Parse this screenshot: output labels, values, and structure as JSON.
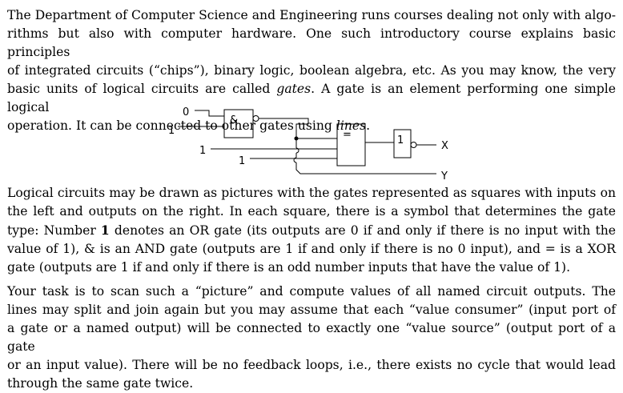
{
  "paragraph1": {
    "l1": "The Department of Computer Science and Engineering runs courses dealing not only with algo-",
    "l2": "rithms but also with computer hardware. One such introductory course explains basic principles",
    "l3": "of integrated circuits (“chips”), binary logic, boolean algebra, etc. As you may know, the very",
    "l4a": "basic units of logical circuits are called ",
    "l4b": "gates",
    "l4c": ". A gate is an element performing one simple logical",
    "l5a": "operation. It can be connected to other gates using ",
    "l5b": "lines",
    "l5c": "."
  },
  "circuit": {
    "and_symbol": "&",
    "xor_symbol": "=",
    "or_symbol": "1",
    "input_values": [
      "0",
      "1",
      "1",
      "1"
    ],
    "output_x": "X",
    "output_y": "Y"
  },
  "paragraph2": {
    "l1": "Logical circuits may be drawn as pictures with the gates represented as squares with inputs on",
    "l2": "the left and outputs on the right. In each square, there is a symbol that determines the gate",
    "l3a": "type: Number ",
    "l3b": "1",
    "l3c": " denotes an OR gate (its outputs are 0 if and only if there is no input with the",
    "l4": "value of 1), & is an AND gate (outputs are 1 if and only if there is no 0 input), and = is a XOR",
    "l5": "gate (outputs are 1 if and only if there is an odd number inputs that have the value of 1)."
  },
  "paragraph3": {
    "l1": "Your task is to scan such a “picture” and compute values of all named circuit outputs. The",
    "l2": "lines may split and join again but you may assume that each “value consumer” (input port of",
    "l3": "a gate or a named output) will be connected to exactly one “value source” (output port of a gate",
    "l4": "or an input value). There will be no feedback loops, i.e., there exists no cycle that would lead",
    "l5": "through the same gate twice."
  }
}
